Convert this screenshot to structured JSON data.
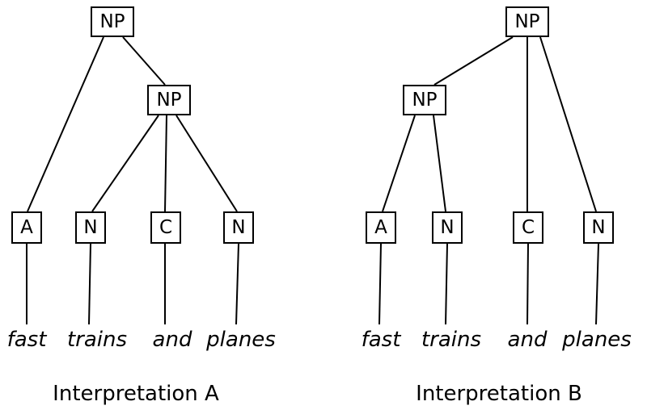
{
  "diagram": {
    "tree_a": {
      "caption": "Interpretation A",
      "root_label": "NP",
      "inner_label": "NP",
      "leaves": [
        {
          "label": "A",
          "word": "fast"
        },
        {
          "label": "N",
          "word": "trains"
        },
        {
          "label": "C",
          "word": "and"
        },
        {
          "label": "N",
          "word": "planes"
        }
      ],
      "edges": [
        [
          "NP-root",
          "A"
        ],
        [
          "NP-root",
          "NP-inner"
        ],
        [
          "NP-inner",
          "N-trains"
        ],
        [
          "NP-inner",
          "C-and"
        ],
        [
          "NP-inner",
          "N-planes"
        ],
        [
          "A",
          "fast"
        ],
        [
          "N-trains",
          "trains"
        ],
        [
          "C-and",
          "and"
        ],
        [
          "N-planes",
          "planes"
        ]
      ]
    },
    "tree_b": {
      "caption": "Interpretation B",
      "root_label": "NP",
      "inner_label": "NP",
      "leaves": [
        {
          "label": "A",
          "word": "fast"
        },
        {
          "label": "N",
          "word": "trains"
        },
        {
          "label": "C",
          "word": "and"
        },
        {
          "label": "N",
          "word": "planes"
        }
      ],
      "edges": [
        [
          "NP-root",
          "NP-inner"
        ],
        [
          "NP-root",
          "C-and"
        ],
        [
          "NP-root",
          "N-planes"
        ],
        [
          "NP-inner",
          "A"
        ],
        [
          "NP-inner",
          "N-trains"
        ],
        [
          "A",
          "fast"
        ],
        [
          "N-trains",
          "trains"
        ],
        [
          "C-and",
          "and"
        ],
        [
          "N-planes",
          "planes"
        ]
      ]
    },
    "colors": {
      "line": "#000000",
      "background": "#ffffff",
      "text": "#000000"
    }
  }
}
